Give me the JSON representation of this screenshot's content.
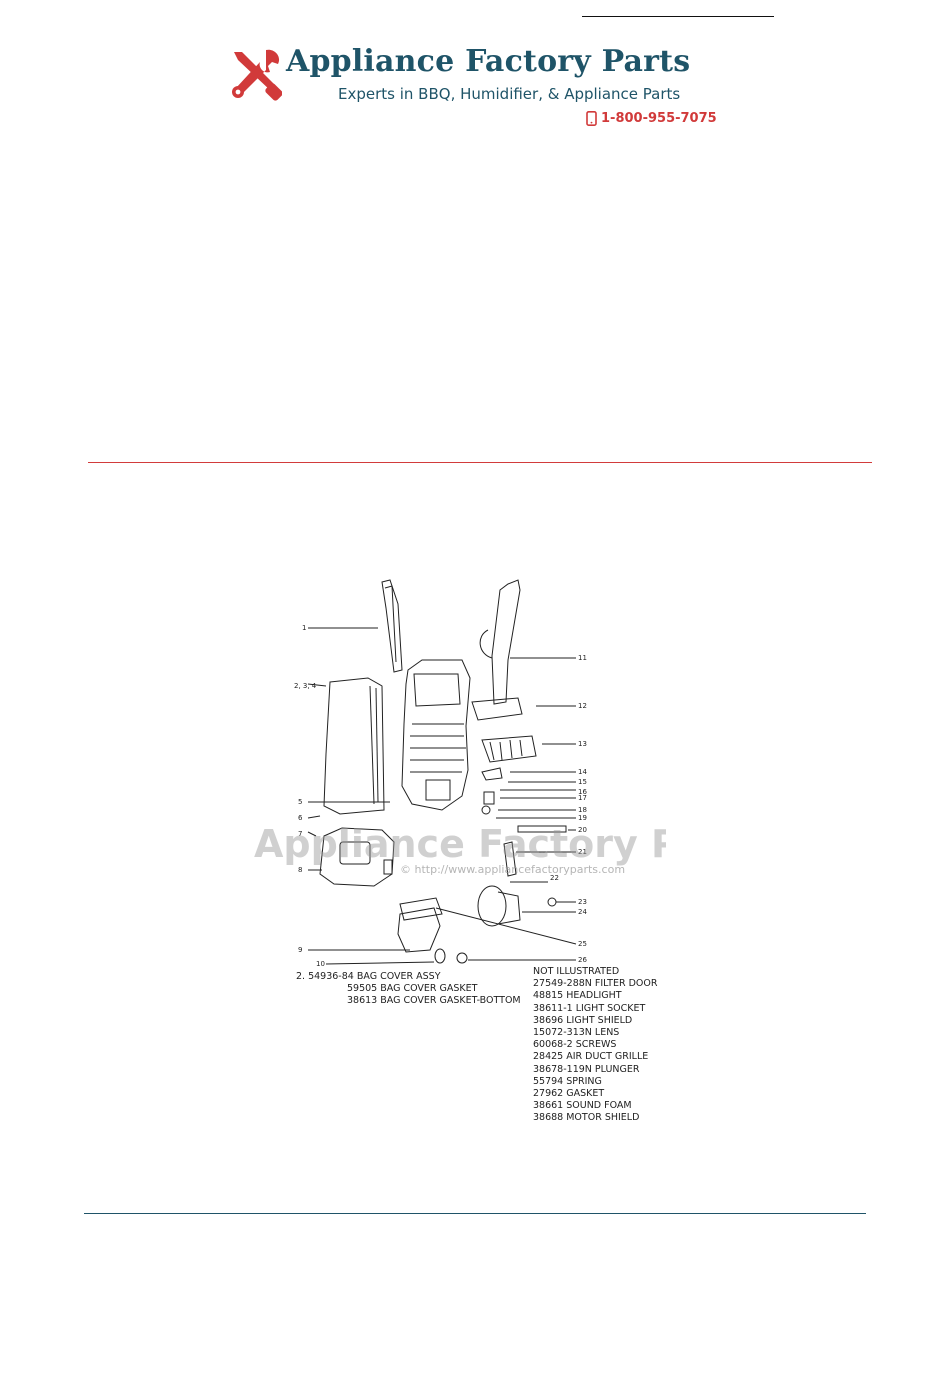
{
  "brand": {
    "name": "Appliance Factory Parts",
    "tagline": "Experts in BBQ, Humidifier, & Appliance Parts",
    "phone": "1-800-955-7075",
    "accent_color": "#1f5468",
    "red_color": "#d13a3a",
    "icons": [
      "wrench-screwdriver-icon",
      "phone-icon"
    ]
  },
  "watermark": {
    "main": "Appliance Factory Parts",
    "url": "© http://www.appliancefactoryparts.com"
  },
  "diagram": {
    "callouts": [
      "1",
      "2, 3, 4",
      "5",
      "6",
      "7",
      "8",
      "9",
      "10",
      "11",
      "12",
      "13",
      "14",
      "15",
      "16",
      "17",
      "18",
      "19",
      "20",
      "21",
      "22",
      "23",
      "24",
      "25",
      "26"
    ]
  },
  "legend": {
    "left": [
      "2. 54936-84 BAG COVER ASSY",
      "59505 BAG COVER GASKET",
      "38613 BAG COVER GASKET-BOTTOM"
    ],
    "right": [
      "NOT ILLUSTRATED",
      "27549-288N FILTER DOOR",
      "48815 HEADLIGHT",
      "38611-1 LIGHT SOCKET",
      "38696 LIGHT SHIELD",
      "15072-313N LENS",
      "60068-2 SCREWS",
      "28425 AIR DUCT GRILLE",
      "38678-119N PLUNGER",
      "55794 SPRING",
      "27962 GASKET",
      "38661 SOUND FOAM",
      "38688 MOTOR SHIELD"
    ]
  }
}
